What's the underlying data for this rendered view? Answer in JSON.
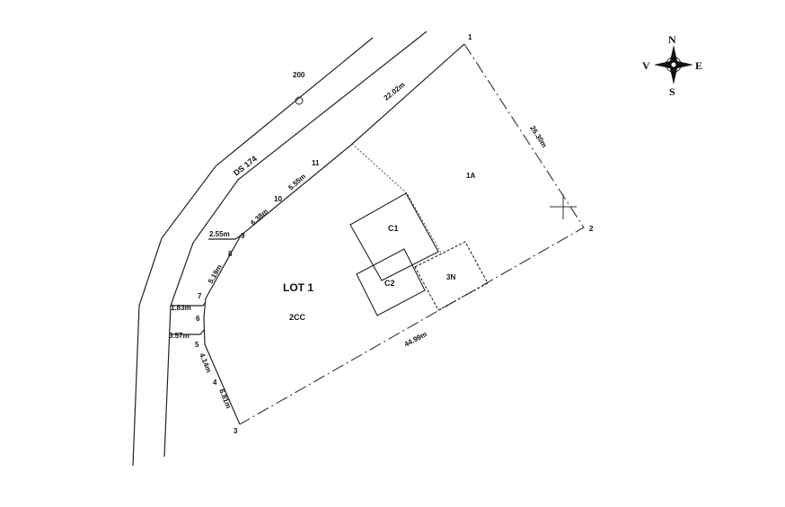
{
  "compass": {
    "north": "N",
    "south": "S",
    "east": "E",
    "west": "V"
  },
  "road": {
    "label": "DS 174",
    "parcel_number": "200"
  },
  "lot": {
    "title": "LOT 1",
    "code": "2CC",
    "zone": "1A"
  },
  "buildings": [
    {
      "label": "C1"
    },
    {
      "label": "C2"
    },
    {
      "label": "3N"
    }
  ],
  "points": [
    "1",
    "2",
    "3",
    "4",
    "5",
    "6",
    "7",
    "8",
    "9",
    "10",
    "11"
  ],
  "distances": {
    "d1_11": "22.02m",
    "d1_2": "26.30m",
    "d2_3": "44.99m",
    "d3_4": "6.81m",
    "d4_5": "4.14m",
    "d5_6": "3.57m",
    "d6_7": "1.83m",
    "d7_8": "5.19m",
    "d8_9": "2.55m",
    "d9_10": "6.38m",
    "d10_11": "5.55m"
  }
}
